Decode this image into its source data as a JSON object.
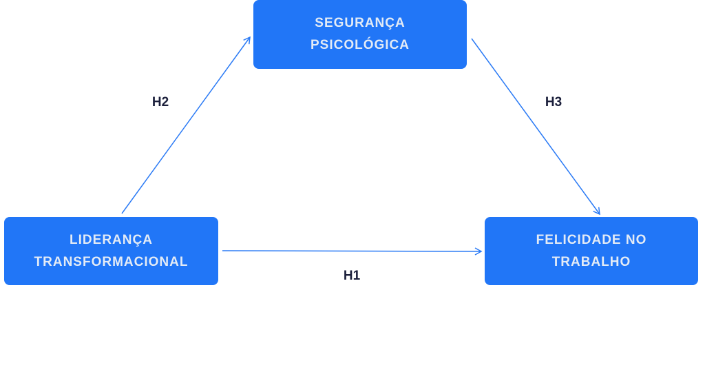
{
  "nodes": {
    "top": {
      "line1": "SEGURANÇA",
      "line2": "PSICOLÓGICA"
    },
    "left": {
      "line1": "LIDERANÇA",
      "line2": "TRANSFORMACIONAL"
    },
    "right": {
      "line1": "FELICIDADE NO",
      "line2": "TRABALHO"
    }
  },
  "hypotheses": {
    "h1": "H1",
    "h2": "H2",
    "h3": "H3"
  },
  "colors": {
    "node": "#2176f7",
    "node_text": "#e3ebf6",
    "arrow": "#2a7af5",
    "label": "#1b1f3b"
  }
}
